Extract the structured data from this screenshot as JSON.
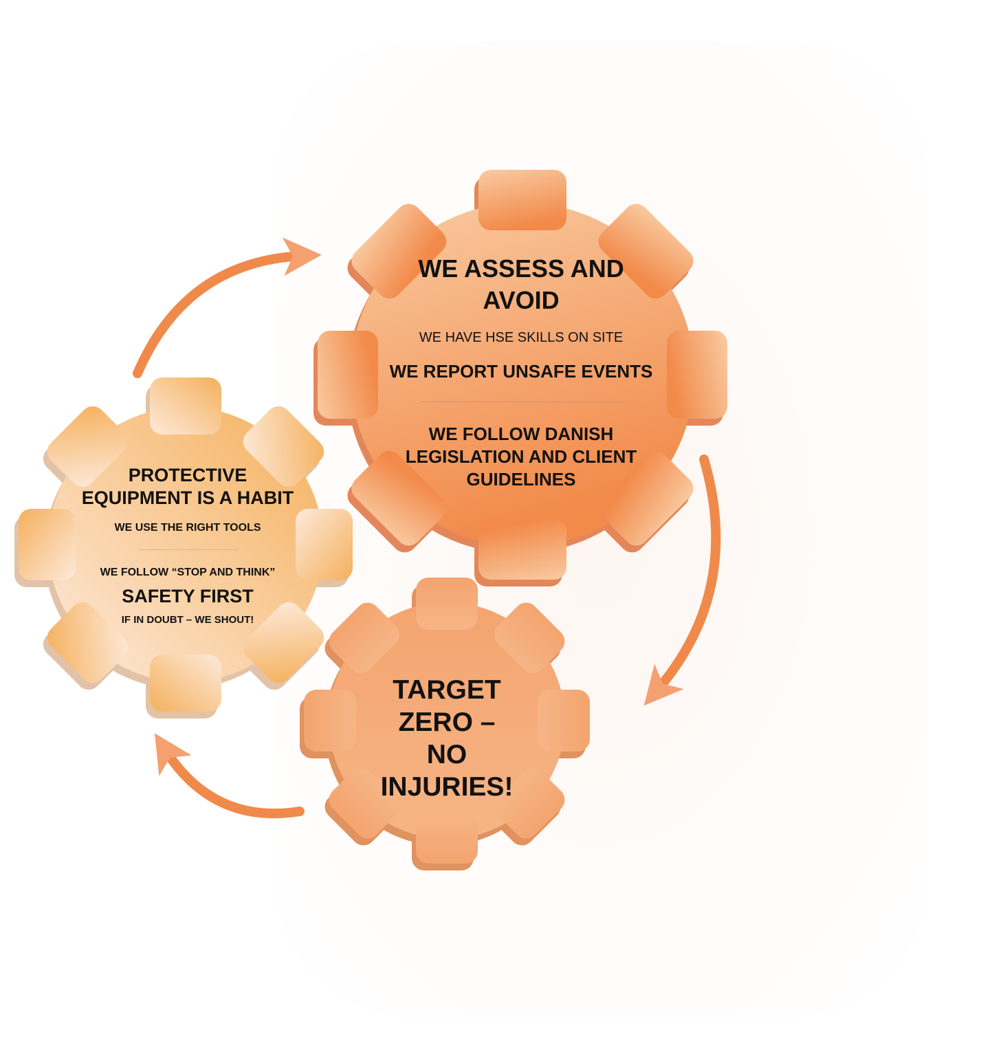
{
  "gears": {
    "assess": {
      "title": "WE ASSESS AND AVOID",
      "line1": "WE HAVE HSE SKILLS ON SITE",
      "line2": "WE REPORT UNSAFE EVENTS",
      "line3": "WE FOLLOW DANISH LEGISLATION AND CLIENT GUIDELINES"
    },
    "protective": {
      "title": "PROTECTIVE EQUIPMENT IS A HABIT",
      "line1": "WE USE THE RIGHT TOOLS",
      "line2": "WE FOLLOW “STOP AND THINK”",
      "line3": "SAFETY FIRST",
      "line4": "IF IN DOUBT – WE SHOUT!"
    },
    "target": {
      "title": "TARGET ZERO – NO INJURIES!"
    }
  },
  "colors": {
    "arrow": "#f08a4b",
    "gear_main": "#f5a06c",
    "gear_light": "#fbd8b4",
    "text": "#111111"
  }
}
